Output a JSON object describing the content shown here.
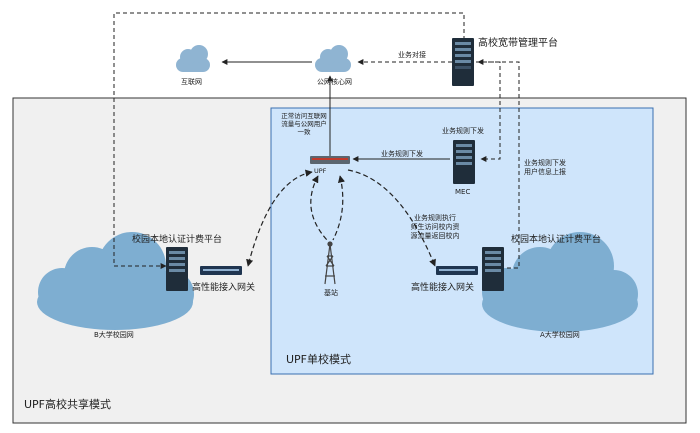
{
  "colors": {
    "outer_box_bg": "#f0f0f0",
    "inner_box_bg": "#cfe5fb",
    "inner_box_border": "#3a6fb0",
    "cloud_fill": "#8fb4d2",
    "cloud_big_fill": "#7eaed1",
    "server": "#1f2d3a",
    "line": "#222222"
  },
  "labels": {
    "mgmt_platform": "高校宽带管理平台",
    "internet": "互联网",
    "public_core": "公网核心网",
    "biz_dock": "业务对接",
    "upf_note": [
      "正常访问互联网",
      "流量与公网用户",
      "一致"
    ],
    "upf": "UPF",
    "rule_issue_mec": "业务规则下发",
    "rule_issue_top": "业务规则下发",
    "mec": "MEC",
    "rule_userinfo": [
      "业务规则下发",
      "用户信息上报"
    ],
    "rule_exec": [
      "业务规则执行",
      "师生访问校内资",
      "源流量返回校内"
    ],
    "left_platform": "校园本地认证计费平台",
    "right_platform": "校园本地认证计费平台",
    "left_gateway": "高性能接入网关",
    "right_gateway": "高性能接入网关",
    "base_station": "基站",
    "left_campus": "B大学校园网",
    "right_campus": "A大学校园网",
    "single_mode": "UPF单校模式",
    "shared_mode": "UPF高校共享模式"
  },
  "icons": [
    "cloud-icon",
    "server-icon",
    "switch-icon",
    "antenna-icon"
  ]
}
